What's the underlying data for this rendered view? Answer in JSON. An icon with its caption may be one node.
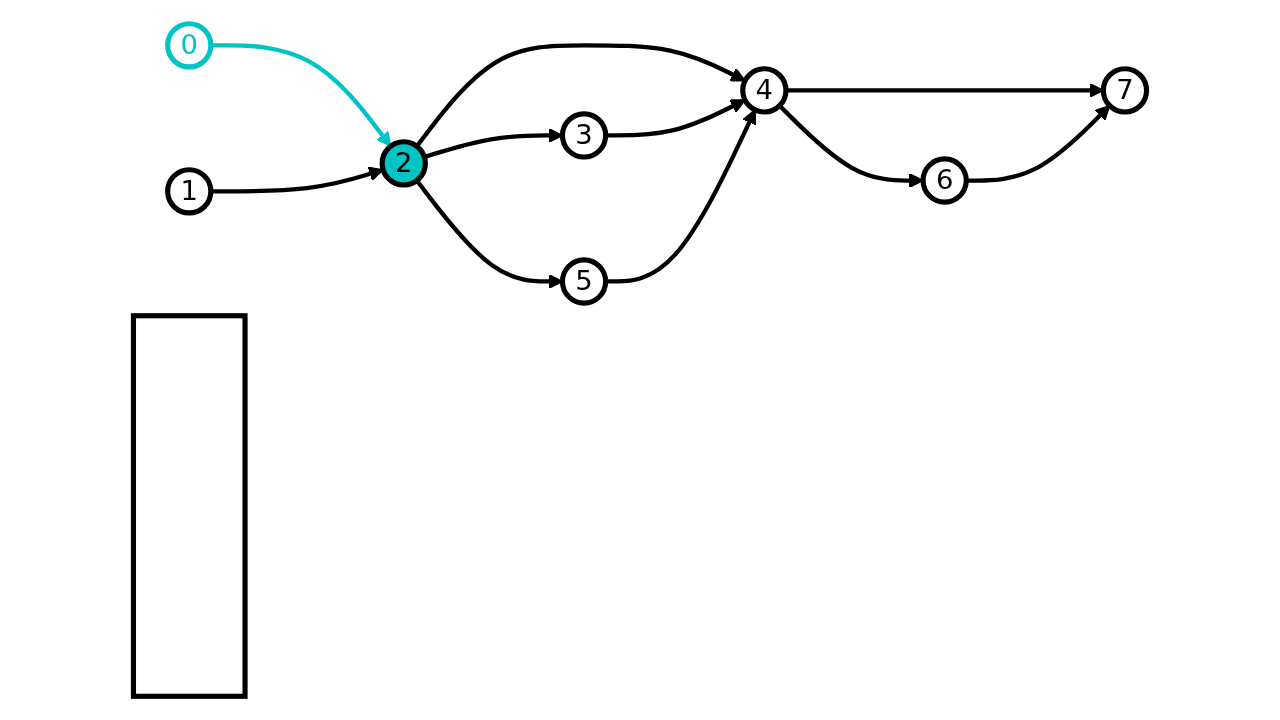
{
  "diagram": {
    "nodes": [
      {
        "text": [
          "0"
        ]
      },
      {
        "text": [
          "1"
        ]
      },
      {
        "text": [
          "2"
        ]
      },
      {
        "text": [
          "3"
        ]
      },
      {
        "text": [
          "4"
        ]
      },
      {
        "text": [
          "5"
        ]
      },
      {
        "text": [
          "6"
        ]
      },
      {
        "text": [
          "7"
        ]
      },
      {
        "text": [],
        "shape": "box"
      }
    ],
    "edges": [
      {
        "from": 0,
        "to": 2,
        "arrow": "to",
        "color": "#00c4c4"
      },
      {
        "from": 1,
        "to": 2,
        "arrow": "to"
      },
      {
        "from": 2,
        "to": 3,
        "arrow": "to"
      },
      {
        "from": 2,
        "to": 4,
        "arrow": "to"
      },
      {
        "from": 2,
        "to": 5,
        "arrow": "to"
      },
      {
        "from": 3,
        "to": 4,
        "arrow": "to"
      },
      {
        "from": 5,
        "to": 4,
        "arrow": "to"
      },
      {
        "from": 4,
        "to": 6,
        "arrow": "to"
      },
      {
        "from": 4,
        "to": 7,
        "arrow": "to"
      },
      {
        "from": 6,
        "to": 7,
        "arrow": "to"
      }
    ]
  }
}
